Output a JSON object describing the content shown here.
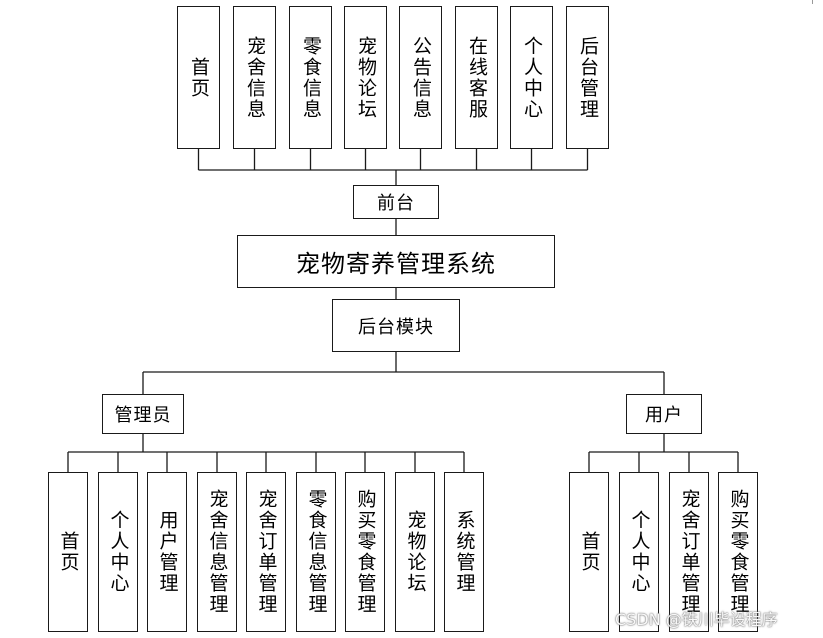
{
  "frontend": {
    "label": "前台",
    "items": [
      {
        "id": "home",
        "label": "首页"
      },
      {
        "id": "pet-boarding-info",
        "label": "宠舍信息"
      },
      {
        "id": "snack-info",
        "label": "零食信息"
      },
      {
        "id": "pet-forum",
        "label": "宠物论坛"
      },
      {
        "id": "announcement-info",
        "label": "公告信息"
      },
      {
        "id": "online-service",
        "label": "在线客服"
      },
      {
        "id": "personal-center",
        "label": "个人中心"
      },
      {
        "id": "backend-management",
        "label": "后台管理"
      }
    ]
  },
  "system": {
    "title": "宠物寄养管理系统"
  },
  "backend": {
    "label": "后台模块"
  },
  "admin": {
    "label": "管理员",
    "items": [
      {
        "id": "home",
        "label": "首页"
      },
      {
        "id": "personal-center",
        "label": "个人中心"
      },
      {
        "id": "user-management",
        "label": "用户管理"
      },
      {
        "id": "pet-boarding-info-management",
        "label": "宠舍信息管理"
      },
      {
        "id": "boarding-order-management",
        "label": "宠舍订单管理"
      },
      {
        "id": "snack-info-management",
        "label": "零食信息管理"
      },
      {
        "id": "snack-purchase-management",
        "label": "购买零食管理"
      },
      {
        "id": "pet-forum",
        "label": "宠物论坛"
      },
      {
        "id": "system-management",
        "label": "系统管理"
      }
    ]
  },
  "user": {
    "label": "用户",
    "items": [
      {
        "id": "home",
        "label": "首页"
      },
      {
        "id": "personal-center",
        "label": "个人中心"
      },
      {
        "id": "boarding-order-management",
        "label": "宠舍订单管理"
      },
      {
        "id": "snack-purchase-management",
        "label": "购买零食管理"
      }
    ]
  },
  "watermark": {
    "text": "CSDN @铁川毕设程序"
  }
}
